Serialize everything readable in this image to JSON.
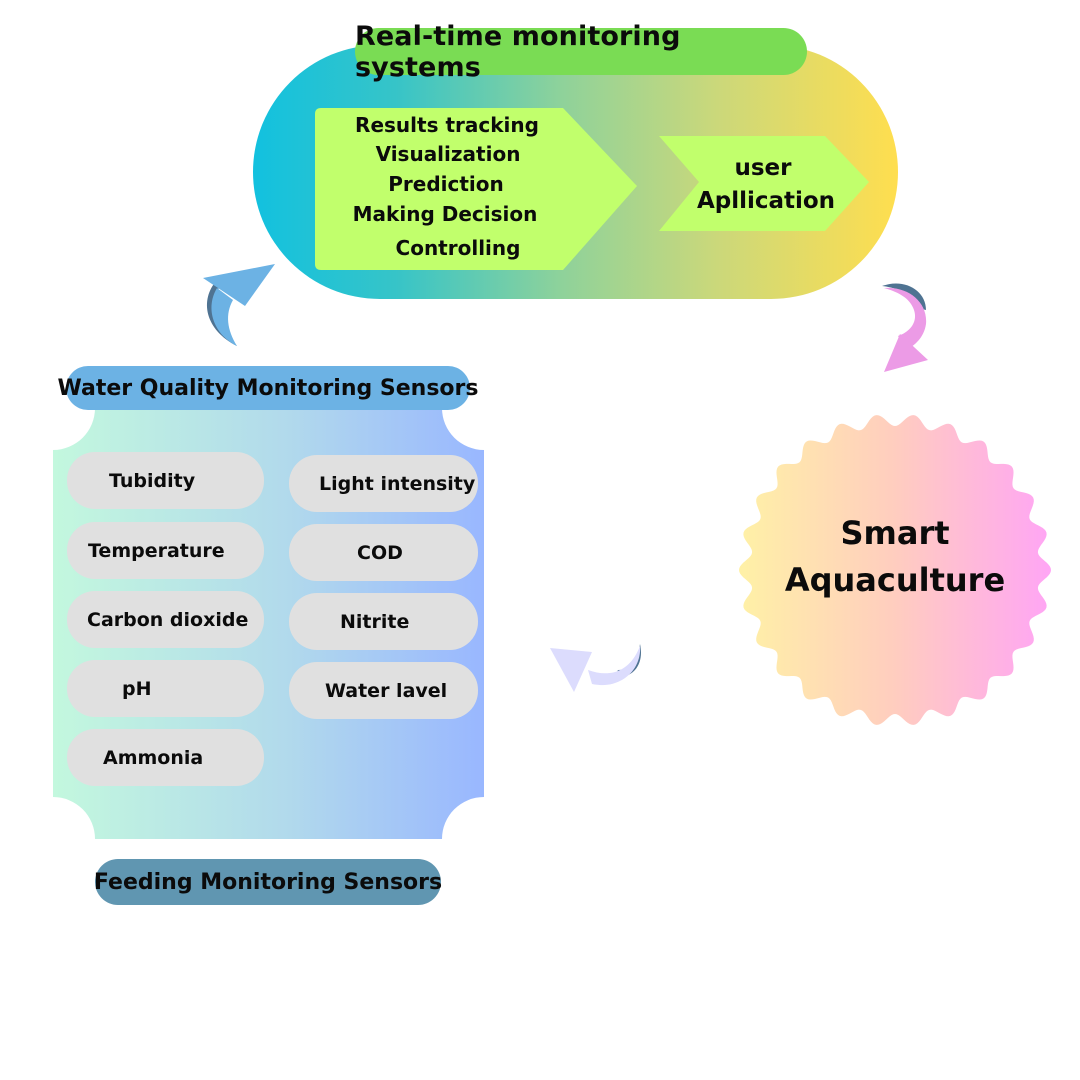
{
  "realtime": {
    "title": "Real-time monitoring systems",
    "functions": [
      "Results tracking",
      "Visualization",
      "Prediction",
      "Making Decision",
      "Controlling"
    ],
    "user_app": [
      "user",
      "Apllication"
    ]
  },
  "water_quality": {
    "title": "Water Quality Monitoring Sensors",
    "left_sensors": [
      "Tubidity",
      "Temperature",
      "Carbon dioxide",
      "pH",
      "Ammonia"
    ],
    "right_sensors": [
      "Light intensity",
      "COD",
      "Nitrite",
      "Water lavel"
    ]
  },
  "feeding": {
    "title": "Feeding Monitoring Sensors"
  },
  "center": {
    "line1": "Smart",
    "line2": "Aquaculture"
  },
  "colors": {
    "title_green": "#7adc54",
    "box_green": "#c1ff6c",
    "sensor_grey": "#e0e0e0",
    "wq_title_blue": "#6cb2e4",
    "feed_blue": "#6096b1",
    "arrow_blue": "#6cb2e4",
    "arrow_pink": "#ec9be6",
    "arrow_lavender": "#dcdcfd",
    "arrow_shadow": "#4f7392"
  },
  "icons": [
    "cycle-arrow-icon-up",
    "cycle-arrow-icon-down",
    "cycle-arrow-icon-left"
  ]
}
